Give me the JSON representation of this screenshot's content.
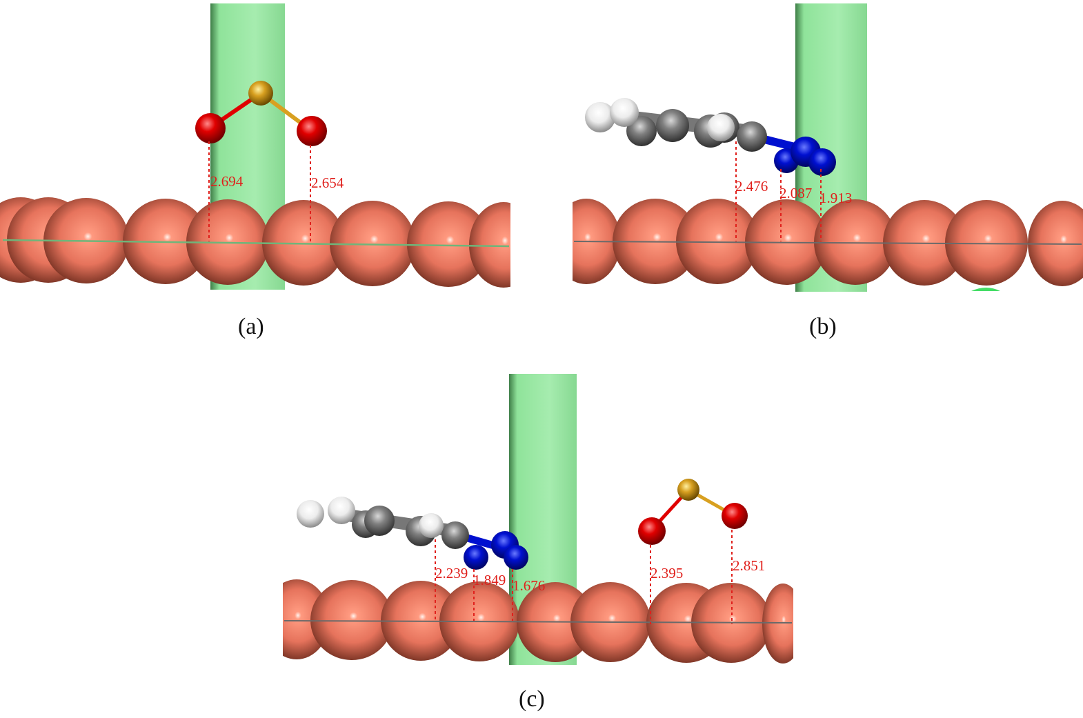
{
  "figure": {
    "panels": [
      {
        "id": "a",
        "caption": "(a)",
        "adsorbate": "SO2",
        "distances": [
          "2.694",
          "2.654"
        ]
      },
      {
        "id": "b",
        "caption": "(b)",
        "adsorbate": "phenyl-azide-like molecule (C, H, N)",
        "distances": [
          "2.476",
          "2.087",
          "1.913"
        ]
      },
      {
        "id": "c",
        "caption": "(c)",
        "adsorbate": "co-adsorbed aromatic N-molecule and SO2",
        "distances": [
          "2.239",
          "1.849",
          "1.676",
          "2.395",
          "2.851"
        ]
      }
    ],
    "colors": {
      "surface_atom": "#e87a62",
      "oxygen": "#e00000",
      "sulfur": "#d8a020",
      "carbon": "#777777",
      "hydrogen": "#f0f0f0",
      "nitrogen": "#0010d0",
      "cylinder": "#8fe39a",
      "distance_line": "#e0201c"
    }
  }
}
